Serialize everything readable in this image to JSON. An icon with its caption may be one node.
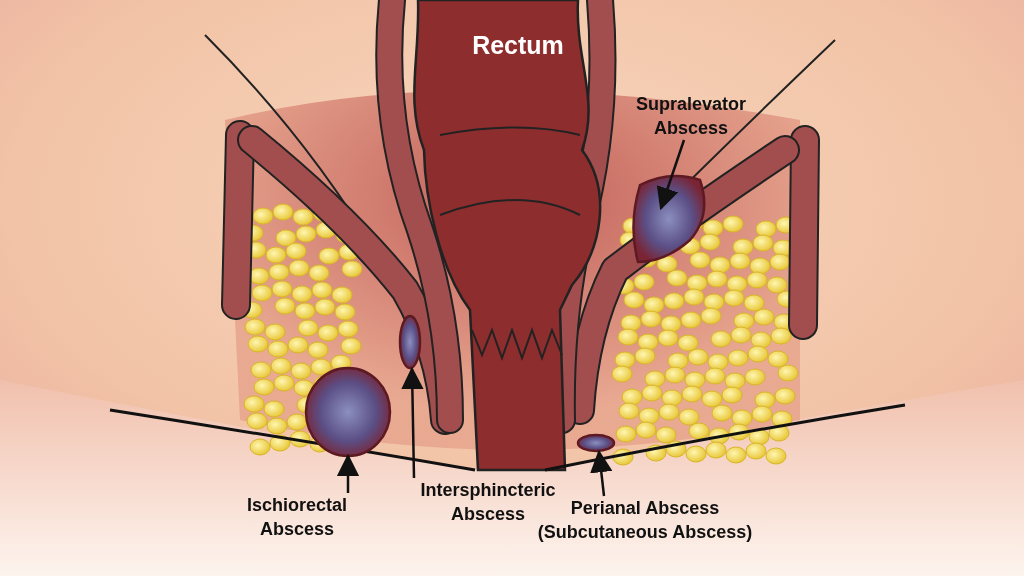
{
  "diagram": {
    "nodes": [
      {
        "text": [
          "Supralevator Abscess"
        ]
      },
      {
        "text": [],
        "shape": "picture"
      },
      {
        "text": [
          "Ischiorectal Abscess"
        ]
      },
      {
        "text": [],
        "shape": "picture"
      },
      {
        "text": [
          "Intersphincteric Abscess"
        ]
      },
      {
        "text": [],
        "shape": "picture"
      },
      {
        "text": [
          "Perianal Abscess (Subcutaneous Abscess)"
        ]
      },
      {
        "text": [],
        "shape": "picture"
      }
    ],
    "edges": [
      {
        "from": 0,
        "to": 1,
        "arrow": "to"
      },
      {
        "from": 2,
        "to": 3,
        "arrow": "to"
      },
      {
        "from": 4,
        "to": 5,
        "arrow": "to"
      },
      {
        "from": 6,
        "to": 7,
        "arrow": "to"
      }
    ],
    "labels": [
      "Rectum"
    ]
  }
}
